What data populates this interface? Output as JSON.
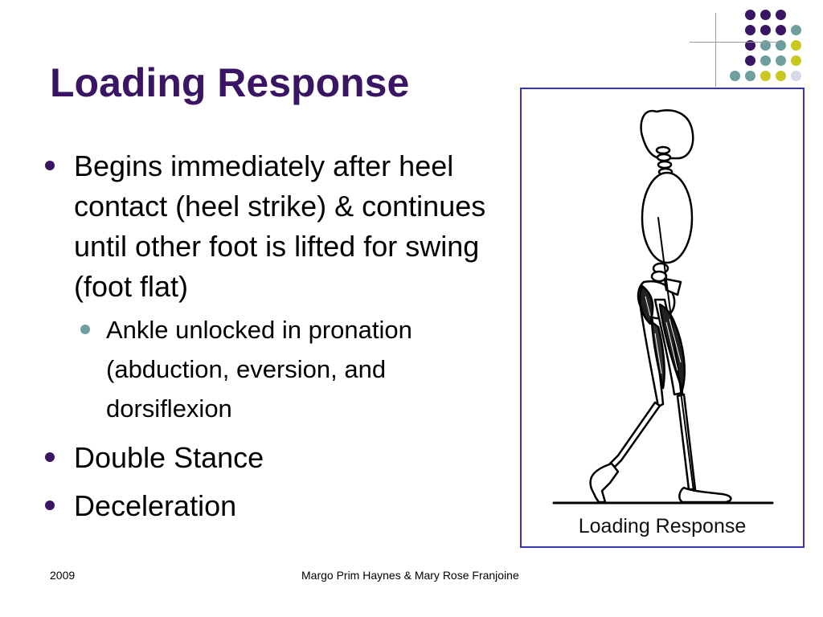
{
  "slide": {
    "title": "Loading Response",
    "title_color": "#3a1563",
    "bullets": [
      {
        "level": 1,
        "text": "Begins immediately after heel contact (heel strike) & continues until other foot is lifted for swing (foot flat)"
      },
      {
        "level": 2,
        "text": "Ankle unlocked in pronation (abduction, eversion, and dorsiflexion"
      },
      {
        "level": 1,
        "text": "Double Stance"
      },
      {
        "level": 1,
        "text": "Deceleration"
      }
    ],
    "figure": {
      "caption": "Loading Response",
      "border_color": "#3734b5"
    },
    "footer": {
      "year": "2009",
      "authors": "Margo Prim Haynes & Mary Rose Franjoine"
    }
  },
  "theme": {
    "dot_colors": {
      "purple": "#3a1563",
      "teal": "#6e9e9e",
      "yellow": "#c8c820",
      "lavender": "#d8d8ea"
    },
    "dot_rows": [
      [
        "",
        "purple",
        "purple",
        "purple",
        ""
      ],
      [
        "",
        "purple",
        "purple",
        "purple",
        "teal"
      ],
      [
        "",
        "purple",
        "teal",
        "teal",
        "yellow"
      ],
      [
        "",
        "purple",
        "teal",
        "teal",
        "yellow"
      ],
      [
        "teal",
        "teal",
        "yellow",
        "yellow",
        "lavender"
      ]
    ]
  }
}
